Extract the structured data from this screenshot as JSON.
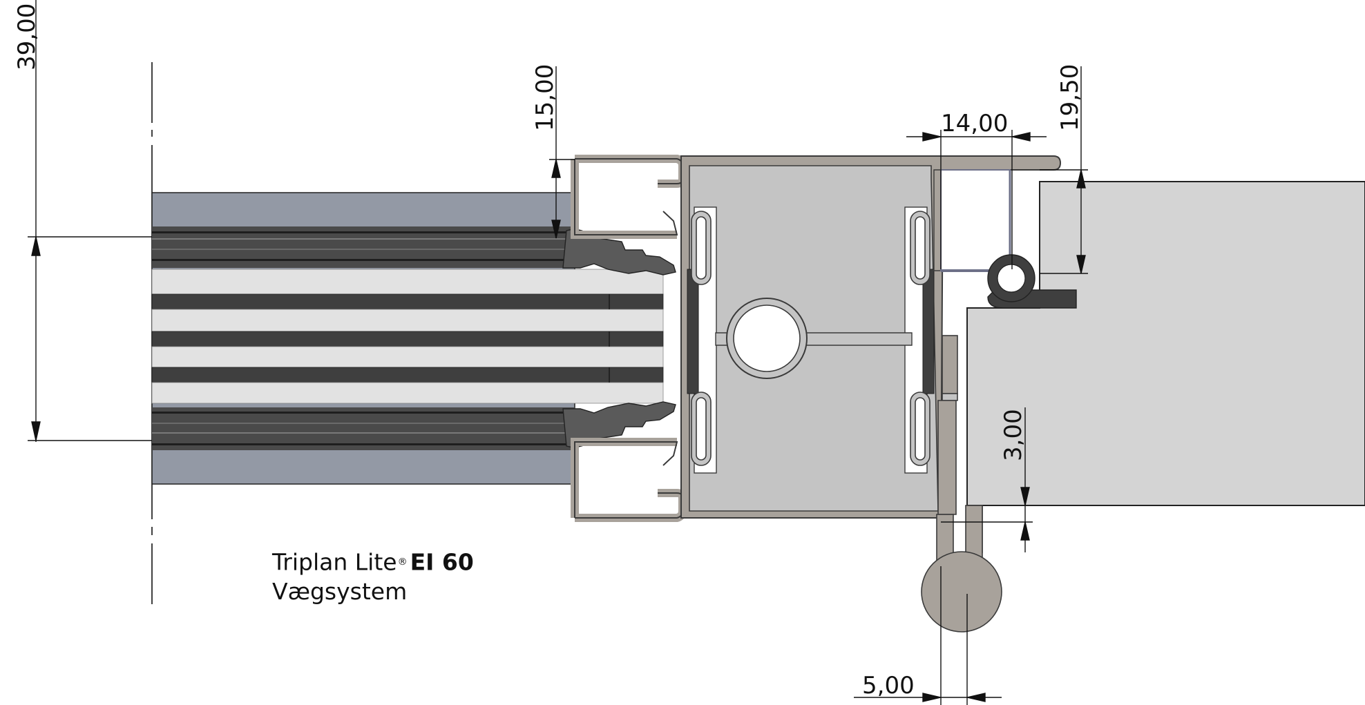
{
  "dimensions": {
    "d_39": "39,00",
    "d_15": "15,00",
    "d_14": "14,00",
    "d_19_5": "19,50",
    "d_3": "3,00",
    "d_5": "5,00"
  },
  "caption": {
    "product": "Triplan Lite",
    "registered_mark": "®",
    "rating": "EI 60",
    "system": "Vægsystem"
  },
  "colors": {
    "glass_edge": "#9399a5",
    "laminate_dark": "#3c3c3c",
    "laminate_light": "#e2e2e2",
    "profile_fill": "#c4c4c4",
    "steel_outline": "#a8a29b",
    "door_leaf": "#d4d4d4"
  }
}
